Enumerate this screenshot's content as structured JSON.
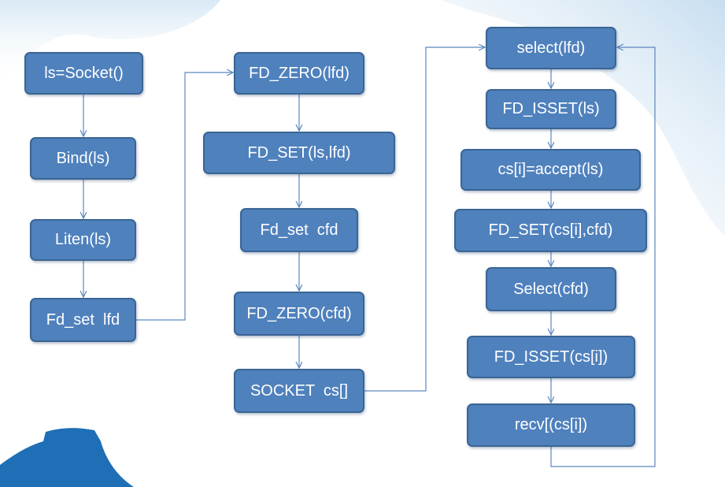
{
  "colors": {
    "node_fill": "#4f81bd",
    "node_border": "#3a6593",
    "node_text": "#ffffff",
    "connector": "#5b87c0",
    "background_accent_light": "#d3e6f4",
    "background_accent_dark": "#1f6fb6"
  },
  "nodes": {
    "ls_socket": "ls=Socket()",
    "bind": "Bind(ls)",
    "liten": "Liten(ls)",
    "fd_set_lfd": "Fd_set  lfd",
    "fd_zero_lfd": "FD_ZERO(lfd)",
    "fd_set_ls_lfd": "FD_SET(ls,lfd)",
    "fd_set_cfd": "Fd_set  cfd",
    "fd_zero_cfd": "FD_ZERO(cfd)",
    "socket_cs": "SOCKET  cs[]",
    "select_lfd": "select(lfd)",
    "fd_isset_ls": "FD_ISSET(ls)",
    "accept": "cs[i]=accept(ls)",
    "fd_set_cs_cfd": "FD_SET(cs[i],cfd)",
    "select_cfd": "Select(cfd)",
    "fd_isset_cs": "FD_ISSET(cs[i])",
    "recv": "recv[(cs[i])"
  }
}
